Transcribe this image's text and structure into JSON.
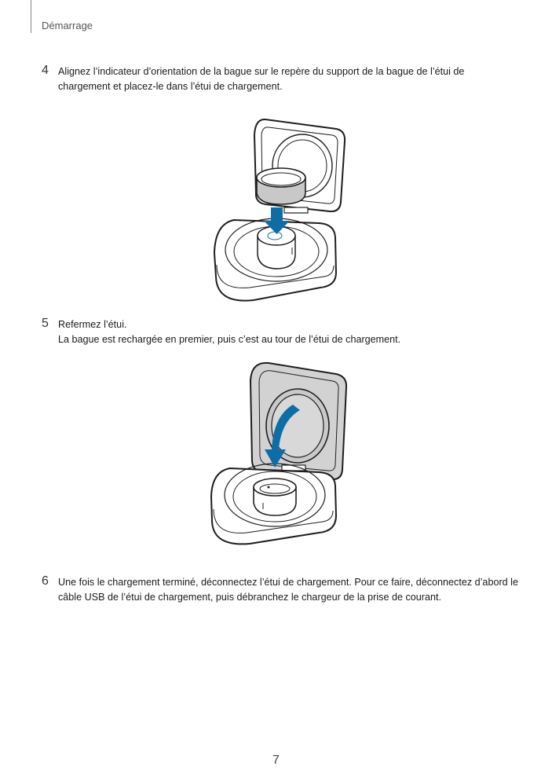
{
  "header": {
    "section": "Démarrage"
  },
  "steps": [
    {
      "number": "4",
      "lines": [
        "Alignez l’indicateur d’orientation de la bague sur le repère du support de la bague de l’étui de",
        "chargement et placez-le dans l’étui de chargement."
      ]
    },
    {
      "number": "5",
      "lines": [
        "Refermez l’étui.",
        "La bague est rechargée en premier, puis c’est au tour de l’étui de chargement."
      ]
    },
    {
      "number": "6",
      "lines": [
        "Une fois le chargement terminé, déconnectez l’étui de chargement. Pour ce faire, déconnectez d’abord le",
        "câble USB de l’étui de chargement, puis débranchez le chargeur de la prise de courant."
      ]
    }
  ],
  "colors": {
    "arrow": "#0f6da6",
    "lid_shaded": "#d2d2d2",
    "outline": "#1e1e1e"
  },
  "page_number": "7"
}
